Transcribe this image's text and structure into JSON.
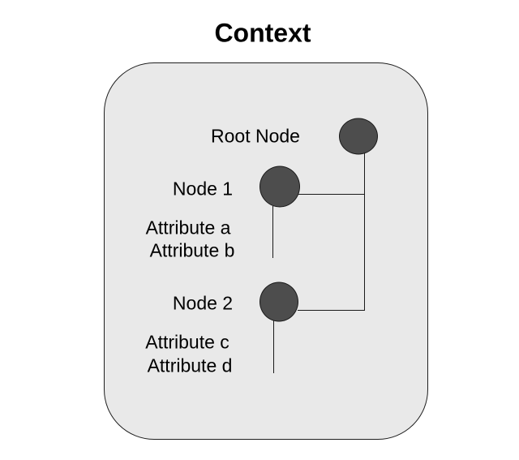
{
  "title": "Context",
  "colors": {
    "background": "#ffffff",
    "container_fill": "#e9e9e9",
    "container_border": "#1f1f1f",
    "node_fill": "#4d4d4d",
    "node_border": "#1a1a1a",
    "line": "#1a1a1a",
    "text": "#000000"
  },
  "diagram": {
    "container_label": "Context",
    "root": {
      "label": "Root Node"
    },
    "nodes": [
      {
        "label": "Node 1",
        "attributes": [
          "Attribute a",
          "Attribute b"
        ]
      },
      {
        "label": "Node 2",
        "attributes": [
          "Attribute c",
          "Attribute d"
        ]
      }
    ]
  }
}
